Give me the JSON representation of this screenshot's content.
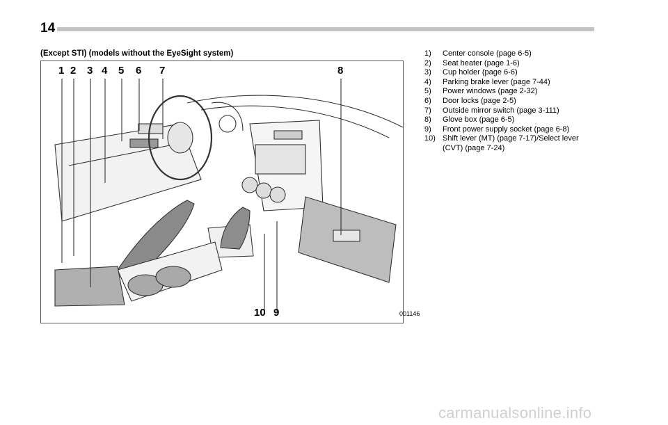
{
  "page": {
    "number": "14"
  },
  "figure": {
    "caption": "(Except STI) (models without the EyeSight system)",
    "code": "001146",
    "callouts_top": [
      "1",
      "2",
      "3",
      "4",
      "5",
      "6",
      "7",
      "8"
    ],
    "callouts_bottom": [
      "10",
      "9"
    ]
  },
  "legend": [
    {
      "num": "1)",
      "text": "Center console (page 6-5)"
    },
    {
      "num": "2)",
      "text": "Seat heater (page 1-6)"
    },
    {
      "num": "3)",
      "text": "Cup holder (page 6-6)"
    },
    {
      "num": "4)",
      "text": "Parking brake lever (page 7-44)"
    },
    {
      "num": "5)",
      "text": "Power windows (page 2-32)"
    },
    {
      "num": "6)",
      "text": "Door locks (page 2-5)"
    },
    {
      "num": "7)",
      "text": "Outside mirror switch (page 3-111)"
    },
    {
      "num": "8)",
      "text": "Glove box (page 6-5)"
    },
    {
      "num": "9)",
      "text": "Front power supply socket (page 6-8)"
    },
    {
      "num": "10)",
      "text": "Shift lever (MT) (page 7-17)/Select lever\n(CVT) (page 7-24)"
    }
  ],
  "watermark": "carmanualsonline.info"
}
